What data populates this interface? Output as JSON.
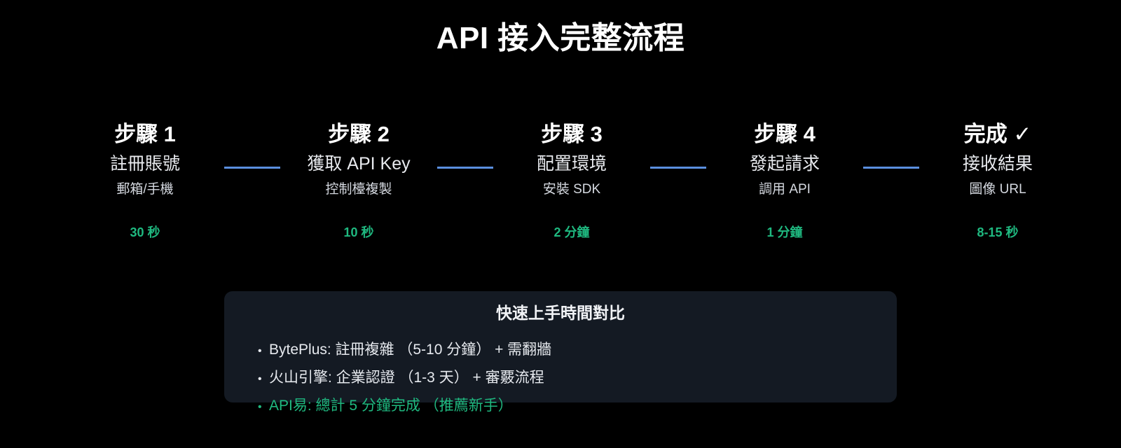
{
  "title": "API 接入完整流程",
  "colors": {
    "background": "#000000",
    "connector": "#5b8fdf",
    "time": "#1fb980",
    "box_background": "#141a23",
    "highlight": "#1fb980"
  },
  "steps": [
    {
      "label": "步驟 1",
      "name": "註冊賬號",
      "desc": "郵箱/手機",
      "time": "30 秒"
    },
    {
      "label": "步驟 2",
      "name": "獲取 API Key",
      "desc": "控制檯複製",
      "time": "10 秒"
    },
    {
      "label": "步驟 3",
      "name": "配置環境",
      "desc": "安裝 SDK",
      "time": "2 分鐘"
    },
    {
      "label": "步驟 4",
      "name": "發起請求",
      "desc": "調用 API",
      "time": "1 分鐘"
    },
    {
      "label": "完成 ✓",
      "name": "接收結果",
      "desc": "圖像 URL",
      "time": "8-15 秒"
    }
  ],
  "comparison": {
    "title": "快速上手時間對比",
    "bullet": "•",
    "items": [
      {
        "text": "BytePlus: 註冊複雜 （5-10 分鐘） + 需翻牆",
        "highlight": false
      },
      {
        "text": "火山引擎: 企業認證 （1-3 天） + 審覈流程",
        "highlight": false
      },
      {
        "text": "API易: 總計 5 分鐘完成 （推薦新手）",
        "highlight": true
      }
    ]
  }
}
